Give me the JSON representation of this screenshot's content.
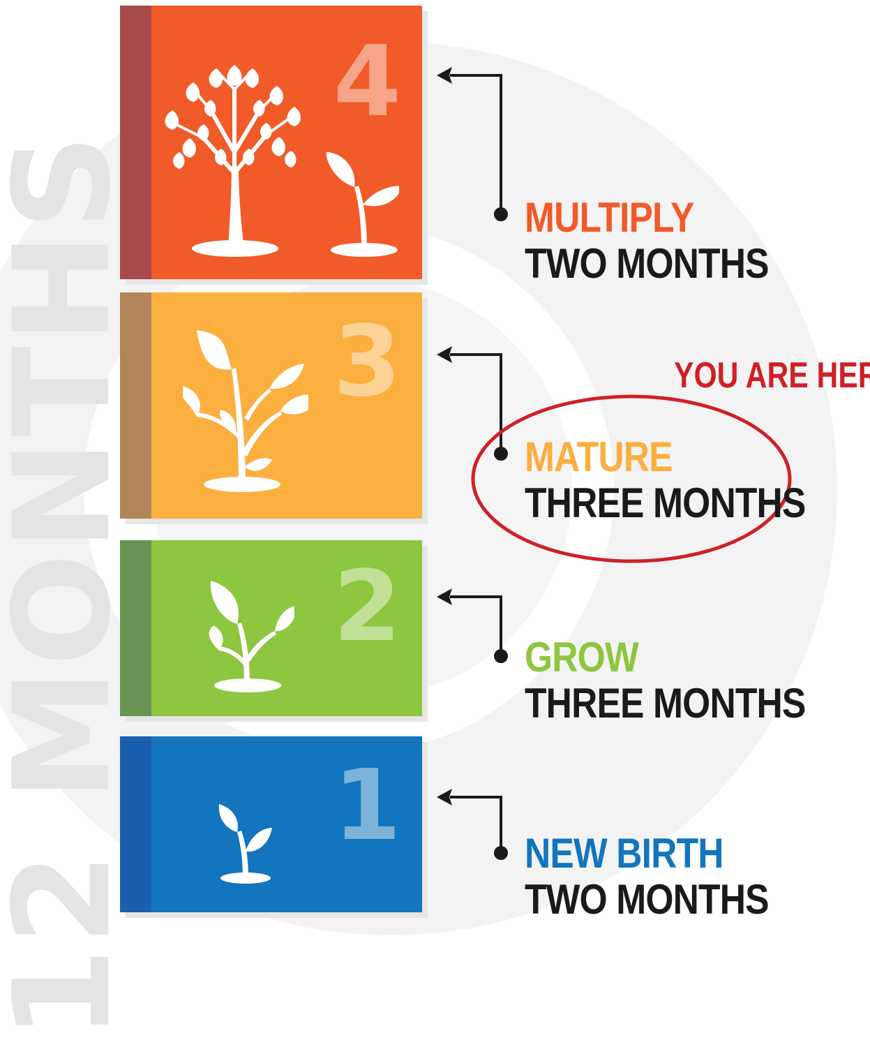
{
  "side_label": "12 MONTHS",
  "stages": [
    {
      "number": "4",
      "name": "MULTIPLY",
      "duration": "TWO MONTHS",
      "color": "#f15a29",
      "strip_color": "#a84a4a",
      "icon": "tree-and-sprout-icon"
    },
    {
      "number": "3",
      "name": "MATURE",
      "duration": "THREE MONTHS",
      "color": "#fbaf3f",
      "strip_color": "#b0855a",
      "icon": "young-plant-icon"
    },
    {
      "number": "2",
      "name": "GROW",
      "duration": "THREE MONTHS",
      "color": "#8dc63f",
      "strip_color": "#6a9455",
      "icon": "small-plant-icon"
    },
    {
      "number": "1",
      "name": "NEW BIRTH",
      "duration": "TWO MONTHS",
      "color": "#1275bd",
      "strip_color": "#1a5fae",
      "icon": "seedling-icon"
    }
  ],
  "current_marker": {
    "text": "YOU ARE HERE",
    "color": "#cf2027",
    "stage": "MATURE"
  },
  "colors": {
    "duration_text": "#1a1a1a",
    "watermark": "#e4e4e5",
    "connector": "#1a1a1a"
  }
}
